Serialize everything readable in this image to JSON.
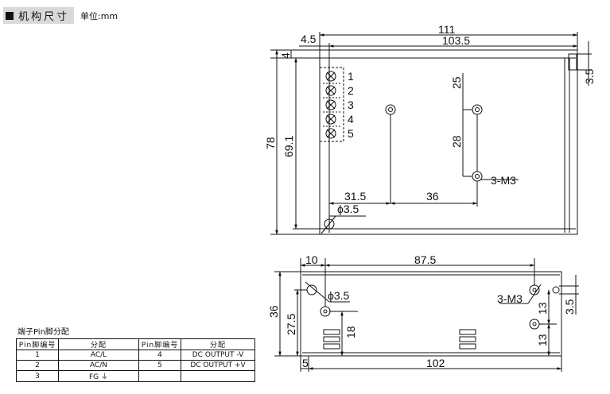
{
  "header": {
    "title": "机构尺寸",
    "unit": "单位:mm"
  },
  "top_view": {
    "dims": [
      "111",
      "103.5",
      "4.5",
      "4",
      "3.5",
      "78",
      "69.1",
      "25",
      "28",
      "31.5",
      "36",
      "ϕ3.5",
      "3-M3"
    ],
    "terminal_numbers": [
      "1",
      "2",
      "3",
      "4",
      "5"
    ]
  },
  "side_view": {
    "dims": [
      "10",
      "87.5",
      "ϕ3.5",
      "3-M3",
      "36",
      "27.5",
      "18",
      "13",
      "13",
      "3.5",
      "5",
      "102"
    ]
  },
  "pin_table": {
    "title": "端子Pin脚分配",
    "headers": [
      "Pin脚编号",
      "分配",
      "Pin脚编号",
      "分配"
    ],
    "rows": [
      [
        "1",
        "AC/L",
        "4",
        "DC OUTPUT -V"
      ],
      [
        "2",
        "AC/N",
        "5",
        "DC OUTPUT +V"
      ],
      [
        "3",
        "FG ⏚",
        "",
        ""
      ]
    ]
  }
}
